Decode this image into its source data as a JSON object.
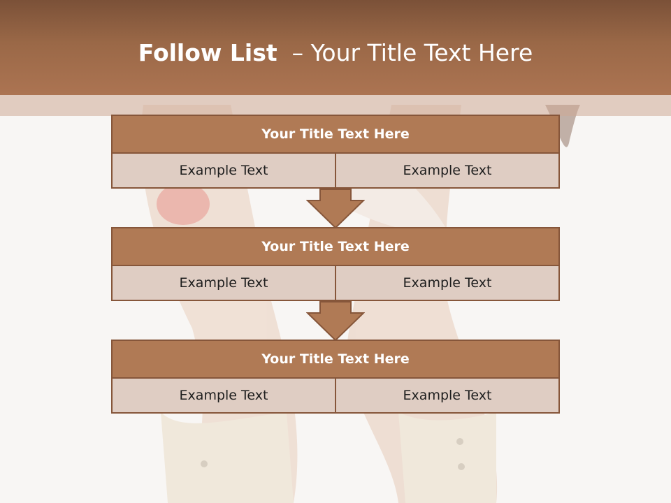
{
  "slide": {
    "title_bold": "Follow List",
    "title_rest": "  – Your Title Text Here"
  },
  "blocks": [
    {
      "title": "Your Title Text Here",
      "cells": [
        "Example Text",
        "Example Text"
      ]
    },
    {
      "title": "Your Title Text Here",
      "cells": [
        "Example Text",
        "Example Text"
      ]
    },
    {
      "title": "Your Title Text Here",
      "cells": [
        "Example Text",
        "Example Text"
      ]
    }
  ],
  "colors": {
    "header": "#9a6847",
    "box_head": "#b07a55",
    "box_body": "#dfcdc3",
    "border": "#86563a"
  },
  "icons": [
    "down-arrow-icon",
    "down-arrow-icon"
  ]
}
